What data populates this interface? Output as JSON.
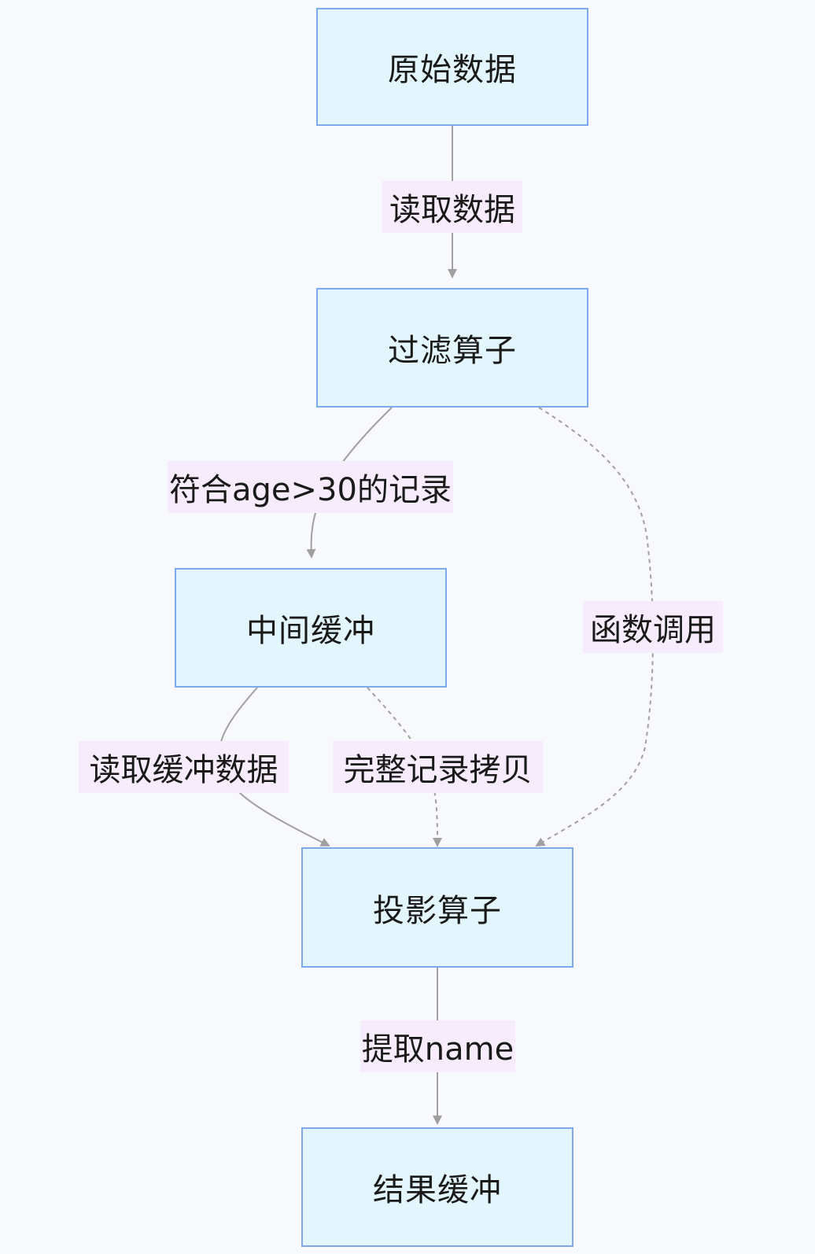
{
  "nodes": {
    "raw_data": "原始数据",
    "filter_op": "过滤算子",
    "mid_buffer": "中间缓冲",
    "projection_op": "投影算子",
    "result_buffer": "结果缓冲"
  },
  "edges": {
    "read_data": "读取数据",
    "age_filter": "符合age>30的记录",
    "func_call": "函数调用",
    "read_buffer": "读取缓冲数据",
    "full_copy": "完整记录拷贝",
    "extract_name": "提取name"
  },
  "colors": {
    "background": "#f8f9fc",
    "node_fill": "#e3f6fd",
    "node_border": "#7ea8ee",
    "label_bg": "#f6ecfc",
    "edge": "#a0a0a0"
  }
}
